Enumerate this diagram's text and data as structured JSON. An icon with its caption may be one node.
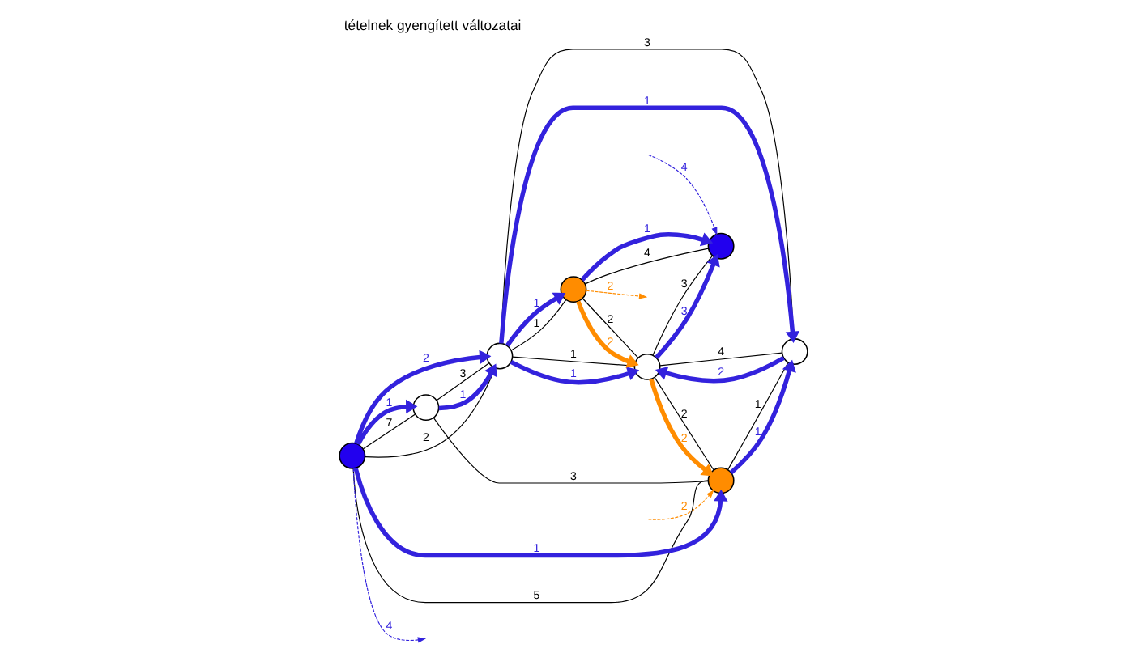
{
  "diagram": {
    "title": "tételnek gyengített változatai",
    "nodes": [
      {
        "text": [],
        "shape": "circle"
      },
      {
        "text": [],
        "shape": "circle"
      },
      {
        "text": [],
        "shape": "circle"
      },
      {
        "text": [],
        "shape": "circle"
      },
      {
        "text": [],
        "shape": "circle"
      },
      {
        "text": [],
        "shape": "circle"
      },
      {
        "text": [],
        "shape": "circle"
      },
      {
        "text": [],
        "shape": "circle"
      }
    ],
    "edges": [
      {
        "from": 0,
        "to": 1,
        "arrow": "none",
        "label": "7"
      },
      {
        "from": 1,
        "to": 2,
        "arrow": "none",
        "label": "3"
      },
      {
        "from": 0,
        "to": 2,
        "arrow": "none",
        "label": "2"
      },
      {
        "from": 0,
        "to": 5,
        "arrow": "none",
        "label": "5"
      },
      {
        "from": 1,
        "to": 5,
        "arrow": "none",
        "label": "3"
      },
      {
        "from": 2,
        "to": 3,
        "arrow": "none",
        "label": "1"
      },
      {
        "from": 2,
        "to": 7,
        "arrow": "none",
        "label": "1"
      },
      {
        "from": 2,
        "to": 6,
        "arrow": "none",
        "label": "3"
      },
      {
        "from": 3,
        "to": 7,
        "arrow": "none",
        "label": "2"
      },
      {
        "from": 3,
        "to": 4,
        "arrow": "none",
        "label": "4"
      },
      {
        "from": 7,
        "to": 4,
        "arrow": "none",
        "label": "3"
      },
      {
        "from": 5,
        "to": 7,
        "arrow": "none",
        "label": "2"
      },
      {
        "from": 5,
        "to": 6,
        "arrow": "none",
        "label": "1"
      },
      {
        "from": 6,
        "to": 7,
        "arrow": "none",
        "label": "4"
      },
      {
        "from": 0,
        "to": 1,
        "arrow": "to",
        "label": "1",
        "style": "thick",
        "color": "#3322dd"
      },
      {
        "from": 1,
        "to": 2,
        "arrow": "to",
        "label": "1",
        "style": "thick",
        "color": "#3322dd"
      },
      {
        "from": 0,
        "to": 2,
        "arrow": "to",
        "label": "2",
        "style": "thick",
        "color": "#3322dd"
      },
      {
        "from": 0,
        "to": 5,
        "arrow": "to",
        "label": "1",
        "style": "thick",
        "color": "#3322dd"
      },
      {
        "from": 2,
        "to": 3,
        "arrow": "to",
        "label": "1",
        "style": "thick",
        "color": "#3322dd"
      },
      {
        "from": 2,
        "to": 7,
        "arrow": "to",
        "label": "1",
        "style": "thick",
        "color": "#3322dd"
      },
      {
        "from": 2,
        "to": 6,
        "arrow": "to",
        "label": "1",
        "style": "thick",
        "color": "#3322dd"
      },
      {
        "from": 3,
        "to": 4,
        "arrow": "to",
        "label": "1",
        "style": "thick",
        "color": "#3322dd"
      },
      {
        "from": 7,
        "to": 4,
        "arrow": "to",
        "label": "3",
        "style": "thick",
        "color": "#3322dd"
      },
      {
        "from": 5,
        "to": 6,
        "arrow": "to",
        "label": "1",
        "style": "thick",
        "color": "#3322dd"
      },
      {
        "from": 6,
        "to": 7,
        "arrow": "to",
        "label": "2",
        "style": "thick",
        "color": "#3322dd"
      },
      {
        "from": 3,
        "to": 7,
        "arrow": "to",
        "label": "2",
        "style": "thick",
        "color": "#ff8c00"
      },
      {
        "from": 7,
        "to": 5,
        "arrow": "to",
        "label": "2",
        "style": "thick",
        "color": "#ff8c00"
      },
      {
        "from": 0,
        "to": null,
        "arrow": "to",
        "label": "4",
        "style": "dashed",
        "color": "#3322dd"
      },
      {
        "from": 3,
        "to": null,
        "arrow": "to",
        "label": "2",
        "style": "dashed",
        "color": "#ff8c00"
      },
      {
        "from": null,
        "to": 5,
        "arrow": "to",
        "label": "2",
        "style": "dashed",
        "color": "#ff8c00"
      },
      {
        "from": null,
        "to": 4,
        "arrow": "to",
        "label": "4",
        "style": "dashed",
        "color": "#3322dd"
      }
    ]
  }
}
